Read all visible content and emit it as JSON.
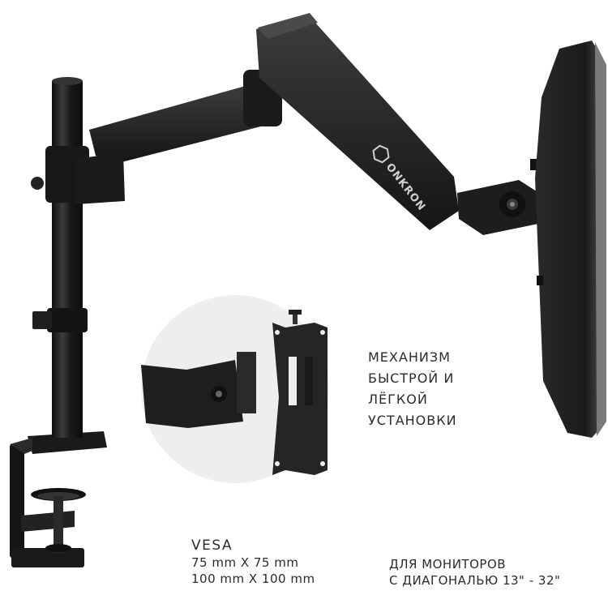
{
  "brand": {
    "logo_text": "ONKRON",
    "logo_icon": "onkron-hexagon-icon"
  },
  "feature_caption": {
    "lines": [
      "МЕХАНИЗМ",
      "БЫСТРОЙ И",
      "ЛЁГКОЙ",
      "УСТАНОВКИ"
    ]
  },
  "vesa": {
    "title": "VESA",
    "sizes": [
      "75 mm X 75 mm",
      "100 mm X 100 mm"
    ]
  },
  "diagonal": {
    "lines": [
      "ДЛЯ МОНИТОРОВ",
      "С ДИАГОНАЛЬЮ 13\" - 32\""
    ]
  },
  "colors": {
    "background": "#ffffff",
    "metal": "#1e1e1e",
    "metal_highlight": "#3a3a3a",
    "text": "#2b2b2b",
    "inset_circle": "#eeeeee"
  }
}
